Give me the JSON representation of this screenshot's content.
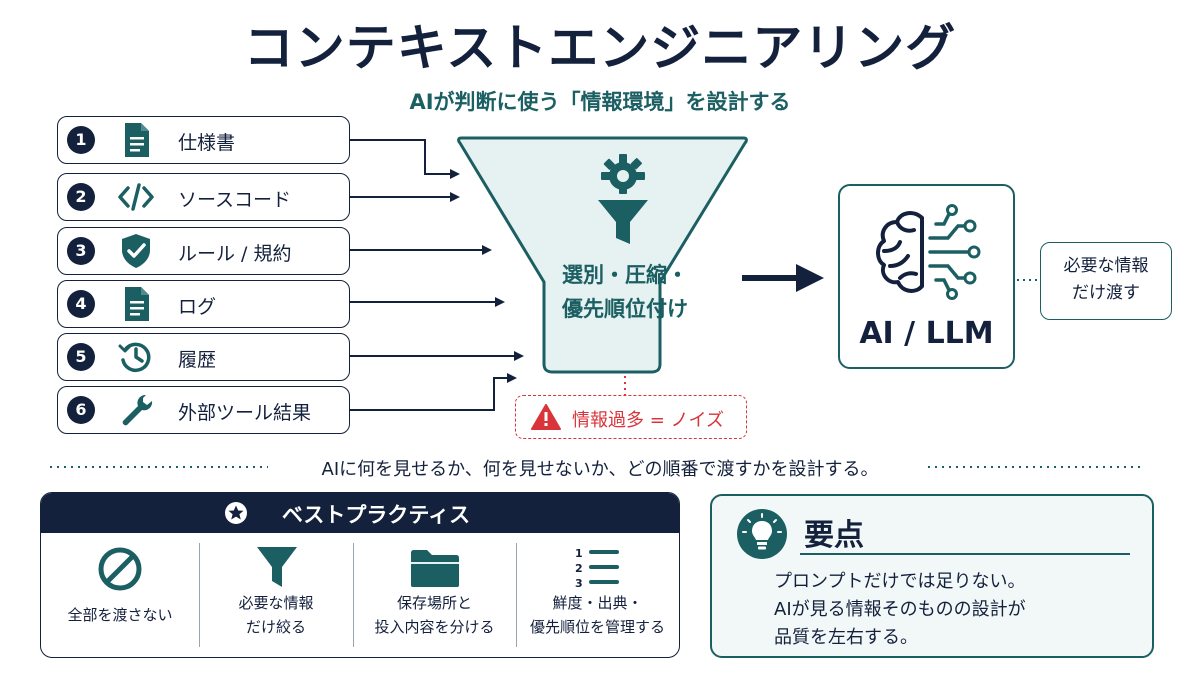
{
  "title": "コンテキストエンジニアリング",
  "subtitle": "AIが判断に使う「情報環境」を設計する",
  "inputs": [
    {
      "num": "1",
      "label": "仕様書",
      "icon": "document-icon"
    },
    {
      "num": "2",
      "label": "ソースコード",
      "icon": "code-icon"
    },
    {
      "num": "3",
      "label": "ルール / 規約",
      "icon": "shield-check-icon"
    },
    {
      "num": "4",
      "label": "ログ",
      "icon": "document-icon"
    },
    {
      "num": "5",
      "label": "履歴",
      "icon": "history-icon"
    },
    {
      "num": "6",
      "label": "外部ツール結果",
      "icon": "wrench-icon"
    }
  ],
  "funnel": {
    "line1": "選別・圧縮・",
    "line2": "優先順位付け",
    "icon": "gear-funnel-icon"
  },
  "ai": {
    "label": "AI / LLM",
    "icon": "brain-circuit-icon"
  },
  "note": {
    "line1": "必要な情報",
    "line2": "だけ渡す"
  },
  "noise": {
    "label": "情報過多 = ノイズ",
    "icon": "warning-icon"
  },
  "divider_text": "AIに何を見せるか、何を見せないか、どの順番で渡すかを設計する。",
  "best_practices": {
    "title": "ベストプラクティス",
    "icon": "star-circle-icon",
    "items": [
      {
        "lines": [
          "全部を渡さない"
        ],
        "icon": "prohibited-icon"
      },
      {
        "lines": [
          "必要な情報",
          "だけ絞る"
        ],
        "icon": "funnel-icon"
      },
      {
        "lines": [
          "保存場所と",
          "投入内容を分ける"
        ],
        "icon": "folder-icon"
      },
      {
        "lines": [
          "鮮度・出典・",
          "優先順位を管理する"
        ],
        "icon": "numbered-list-icon"
      }
    ]
  },
  "key_points": {
    "title": "要点",
    "icon": "lightbulb-icon",
    "lines": [
      "プロンプトだけでは足りない。",
      "AIが見る情報そのものの設計が",
      "品質を左右する。"
    ]
  },
  "colors": {
    "navy": "#14213d",
    "teal": "#1b5f63",
    "funnel_fill": "#e6f2f2",
    "alert_red": "#d9343a"
  }
}
